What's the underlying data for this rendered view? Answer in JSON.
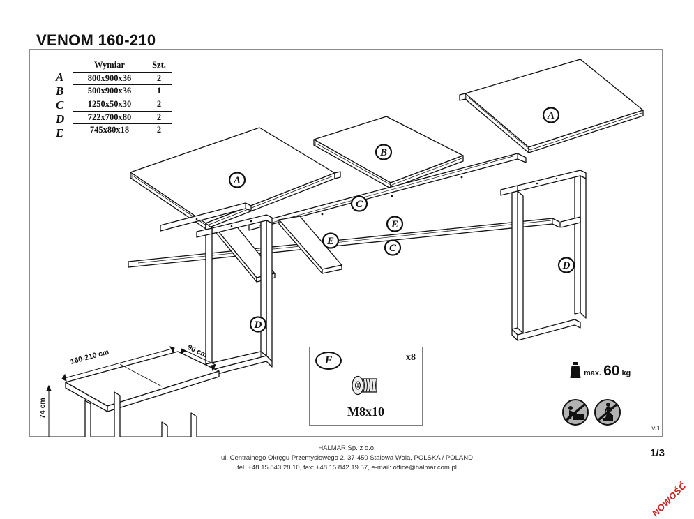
{
  "title": "VENOM 160-210",
  "parts_table": {
    "headers": [
      "Wymiar",
      "Szt."
    ],
    "letters": [
      "A",
      "B",
      "C",
      "D",
      "E"
    ],
    "rows": [
      {
        "letter": "A",
        "dimension": "800x900x36",
        "qty": "2"
      },
      {
        "letter": "B",
        "dimension": "500x900x36",
        "qty": "1"
      },
      {
        "letter": "C",
        "dimension": "1250x50x30",
        "qty": "2"
      },
      {
        "letter": "D",
        "dimension": "722x700x80",
        "qty": "2"
      },
      {
        "letter": "E",
        "dimension": "745x80x18",
        "qty": "2"
      }
    ]
  },
  "diagram": {
    "callouts": [
      "A",
      "B",
      "C",
      "E",
      "E",
      "C",
      "A",
      "D",
      "D"
    ],
    "dimensions": {
      "width": "160-210 cm",
      "depth": "90 cm",
      "height": "74 cm"
    }
  },
  "hardware": {
    "letter": "F",
    "count": "x8",
    "name": "M8x10",
    "icon": "hex-socket-bolt-icon"
  },
  "load": {
    "icon": "weight-icon",
    "prefix": "max.",
    "value": "60",
    "unit": "kg"
  },
  "warnings": [
    {
      "icon": "no-leaning-icon"
    },
    {
      "icon": "no-standing-icon"
    }
  ],
  "footer": {
    "company": "HALMAR Sp. z o.o.",
    "address": "ul. Centralnego Okręgu Przemysłowego 2, 37-450 Stalowa Wola, POLSKA / POLAND",
    "contact": "tel. +48 15 843 28 10, fax: +48 15 842 19 57, e-mail: office@halmar.com.pl"
  },
  "version": "v.1",
  "page_number": "1/3",
  "watermark": "NOWOŚĆ",
  "colors": {
    "watermark": "#d02020",
    "frame_border": "#8b8b8b",
    "line": "#111111",
    "warning_fill": "#b3b3b3"
  }
}
